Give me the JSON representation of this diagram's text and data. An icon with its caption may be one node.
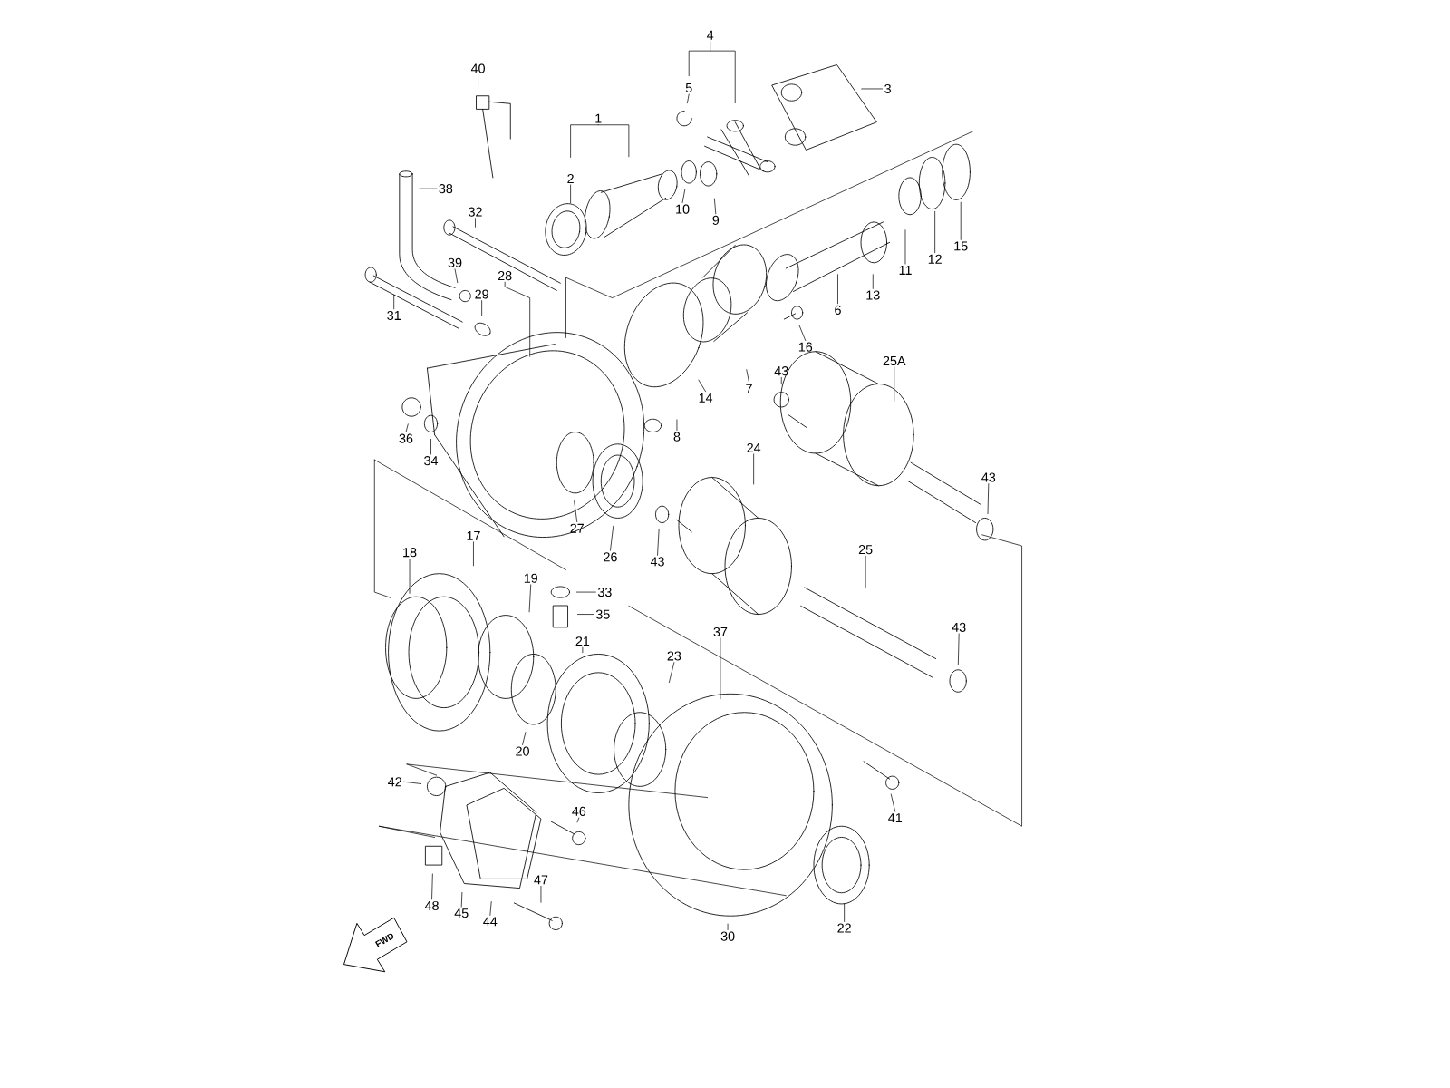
{
  "diagram": {
    "nodes": [
      {
        "text": [
          "40"
        ]
      },
      {
        "text": [
          "4"
        ]
      },
      {
        "text": [
          "3"
        ]
      },
      {
        "text": [
          "5"
        ]
      },
      {
        "text": [
          "1"
        ]
      },
      {
        "text": [
          "38"
        ]
      },
      {
        "text": [
          "2"
        ]
      },
      {
        "text": [
          "10"
        ]
      },
      {
        "text": [
          "9"
        ]
      },
      {
        "text": [
          "32"
        ]
      },
      {
        "text": [
          "39"
        ]
      },
      {
        "text": [
          "15"
        ]
      },
      {
        "text": [
          "12"
        ]
      },
      {
        "text": [
          "11"
        ]
      },
      {
        "text": [
          "28"
        ]
      },
      {
        "text": [
          "29"
        ]
      },
      {
        "text": [
          "13"
        ]
      },
      {
        "text": [
          "6"
        ]
      },
      {
        "text": [
          "31"
        ]
      },
      {
        "text": [
          "16"
        ]
      },
      {
        "text": [
          "25A"
        ]
      },
      {
        "text": [
          "43"
        ]
      },
      {
        "text": [
          "7"
        ]
      },
      {
        "text": [
          "14"
        ]
      },
      {
        "text": [
          "8"
        ]
      },
      {
        "text": [
          "36"
        ]
      },
      {
        "text": [
          "24"
        ]
      },
      {
        "text": [
          "34"
        ]
      },
      {
        "text": [
          "43"
        ]
      },
      {
        "text": [
          "27"
        ]
      },
      {
        "text": [
          "17"
        ]
      },
      {
        "text": [
          "25"
        ]
      },
      {
        "text": [
          "18"
        ]
      },
      {
        "text": [
          "26"
        ]
      },
      {
        "text": [
          "43"
        ]
      },
      {
        "text": [
          "19"
        ]
      },
      {
        "text": [
          "33"
        ]
      },
      {
        "text": [
          "35"
        ]
      },
      {
        "text": [
          "43"
        ]
      },
      {
        "text": [
          "37"
        ]
      },
      {
        "text": [
          "21"
        ]
      },
      {
        "text": [
          "23"
        ]
      },
      {
        "text": [
          "20"
        ]
      },
      {
        "text": [
          "42"
        ]
      },
      {
        "text": [
          "46"
        ]
      },
      {
        "text": [
          "41"
        ]
      },
      {
        "text": [
          "47"
        ]
      },
      {
        "text": [
          "48"
        ]
      },
      {
        "text": [
          "45"
        ]
      },
      {
        "text": [
          "44"
        ]
      },
      {
        "text": [
          "22"
        ]
      },
      {
        "text": [
          "30"
        ]
      }
    ],
    "edges": [
      {
        "from": 0,
        "to": null,
        "arrow": "none"
      },
      {
        "from": 1,
        "to": null,
        "arrow": "none"
      },
      {
        "from": 2,
        "to": null,
        "arrow": "none"
      },
      {
        "from": 3,
        "to": null,
        "arrow": "none"
      },
      {
        "from": 4,
        "to": null,
        "arrow": "none"
      },
      {
        "from": 5,
        "to": null,
        "arrow": "none"
      },
      {
        "from": 6,
        "to": null,
        "arrow": "none"
      },
      {
        "from": 7,
        "to": null,
        "arrow": "none"
      },
      {
        "from": 8,
        "to": null,
        "arrow": "none"
      },
      {
        "from": 9,
        "to": null,
        "arrow": "none"
      },
      {
        "from": 10,
        "to": null,
        "arrow": "none"
      },
      {
        "from": 11,
        "to": null,
        "arrow": "none"
      },
      {
        "from": 12,
        "to": null,
        "arrow": "none"
      },
      {
        "from": 13,
        "to": null,
        "arrow": "none"
      },
      {
        "from": 14,
        "to": null,
        "arrow": "none"
      },
      {
        "from": 15,
        "to": null,
        "arrow": "none"
      },
      {
        "from": 16,
        "to": null,
        "arrow": "none"
      },
      {
        "from": 17,
        "to": null,
        "arrow": "none"
      },
      {
        "from": 18,
        "to": null,
        "arrow": "none"
      },
      {
        "from": 19,
        "to": null,
        "arrow": "none"
      },
      {
        "from": 20,
        "to": null,
        "arrow": "none"
      },
      {
        "from": 21,
        "to": null,
        "arrow": "none"
      },
      {
        "from": 22,
        "to": null,
        "arrow": "none"
      },
      {
        "from": 23,
        "to": null,
        "arrow": "none"
      },
      {
        "from": 24,
        "to": null,
        "arrow": "none"
      },
      {
        "from": 25,
        "to": null,
        "arrow": "none"
      },
      {
        "from": 26,
        "to": null,
        "arrow": "none"
      },
      {
        "from": 27,
        "to": null,
        "arrow": "none"
      },
      {
        "from": 28,
        "to": null,
        "arrow": "none"
      },
      {
        "from": 29,
        "to": null,
        "arrow": "none"
      },
      {
        "from": 30,
        "to": null,
        "arrow": "none"
      },
      {
        "from": 31,
        "to": null,
        "arrow": "none"
      },
      {
        "from": 32,
        "to": null,
        "arrow": "none"
      },
      {
        "from": 33,
        "to": null,
        "arrow": "none"
      },
      {
        "from": 34,
        "to": null,
        "arrow": "none"
      },
      {
        "from": 35,
        "to": null,
        "arrow": "none"
      },
      {
        "from": 36,
        "to": null,
        "arrow": "none"
      },
      {
        "from": 37,
        "to": null,
        "arrow": "none"
      },
      {
        "from": 38,
        "to": null,
        "arrow": "none"
      },
      {
        "from": 39,
        "to": null,
        "arrow": "none"
      },
      {
        "from": 40,
        "to": null,
        "arrow": "none"
      },
      {
        "from": 41,
        "to": null,
        "arrow": "none"
      },
      {
        "from": 42,
        "to": null,
        "arrow": "none"
      },
      {
        "from": 43,
        "to": null,
        "arrow": "none"
      },
      {
        "from": 44,
        "to": null,
        "arrow": "none"
      },
      {
        "from": 45,
        "to": null,
        "arrow": "none"
      },
      {
        "from": 46,
        "to": null,
        "arrow": "none"
      },
      {
        "from": 47,
        "to": null,
        "arrow": "none"
      },
      {
        "from": 48,
        "to": null,
        "arrow": "none"
      },
      {
        "from": 49,
        "to": null,
        "arrow": "none"
      },
      {
        "from": 50,
        "to": null,
        "arrow": "none"
      },
      {
        "from": 51,
        "to": null,
        "arrow": "none"
      }
    ],
    "labels": [
      "FWD"
    ]
  }
}
